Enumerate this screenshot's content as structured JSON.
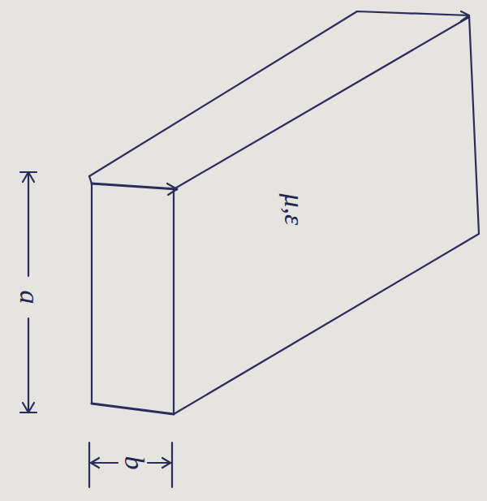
{
  "diagram": {
    "labels": [
      "μ,ε",
      "a",
      "b"
    ]
  }
}
